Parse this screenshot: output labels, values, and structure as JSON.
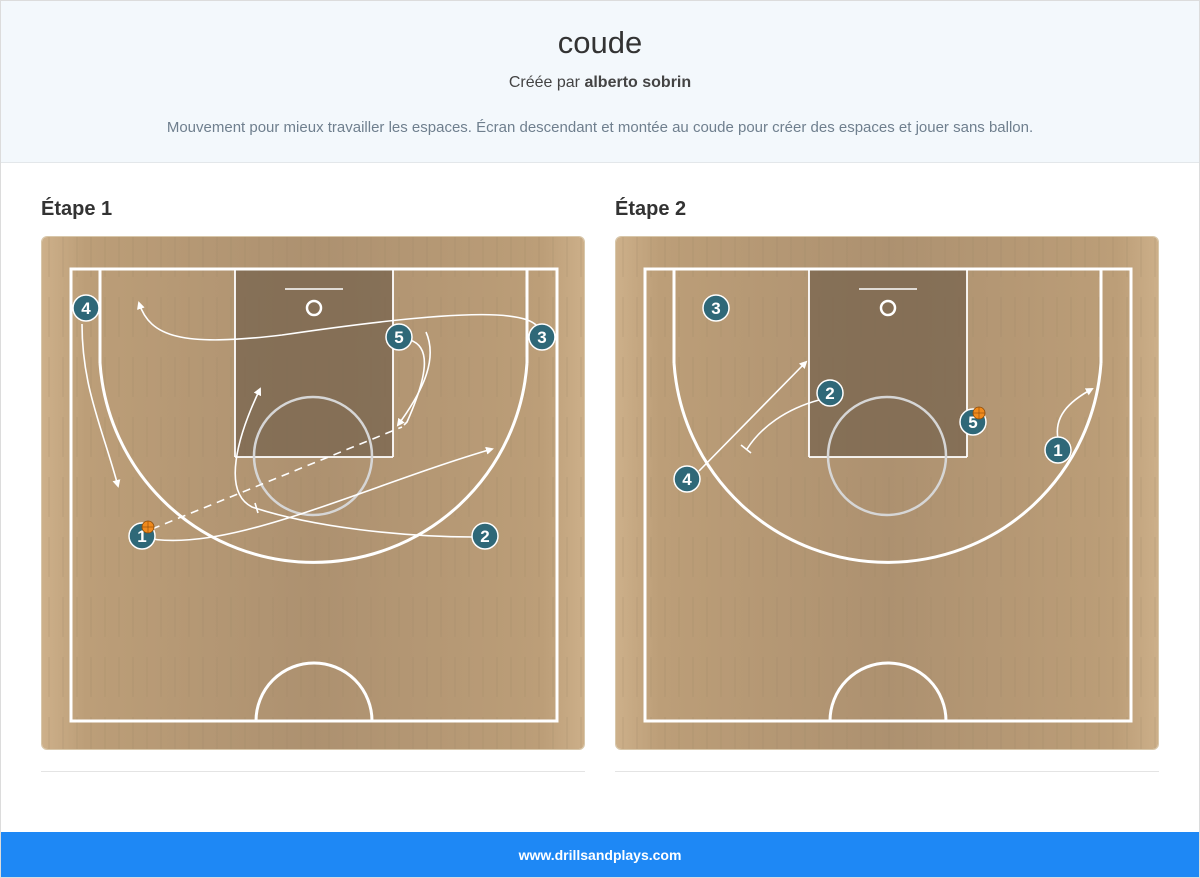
{
  "header": {
    "title": "coude",
    "created_by_prefix": "Créée par",
    "author": "alberto sobrin",
    "description": "Mouvement pour mieux travailler les espaces. Écran descendant et montée au coude pour créer des espaces et jouer sans ballon."
  },
  "steps": [
    {
      "title": "Étape 1",
      "players": [
        "1",
        "2",
        "3",
        "4",
        "5"
      ],
      "ball_holder": "1"
    },
    {
      "title": "Étape 2",
      "players": [
        "1",
        "2",
        "3",
        "4",
        "5"
      ],
      "ball_holder": "5"
    }
  ],
  "footer": {
    "site": "www.drillsandplays.com"
  },
  "colors": {
    "header_bg": "#f3f8fc",
    "footer_bg": "#1e88f5",
    "player_fill": "#2f6878",
    "court_wood": "#bc9f78",
    "paint": "#7a6650"
  }
}
